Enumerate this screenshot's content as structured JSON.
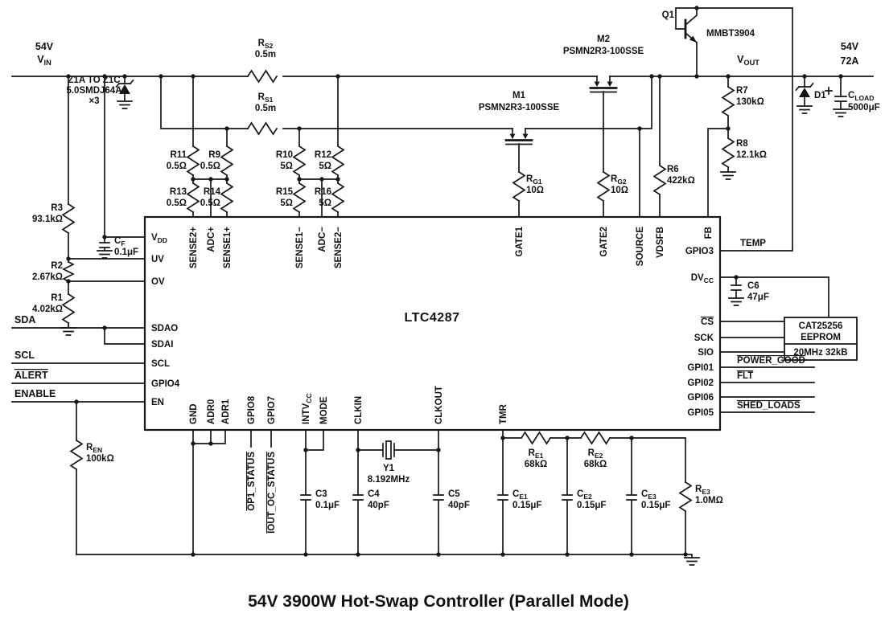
{
  "title": "54V 3900W Hot-Swap Controller (Parallel Mode)",
  "ic": {
    "part": "LTC4287",
    "pins_left": [
      [
        {
          "t": "V"
        },
        {
          "t": "DD",
          "sub": true
        }
      ],
      "UV",
      "OV",
      "SDAO",
      "SDAI",
      "SCL",
      "GPIO4",
      "EN"
    ],
    "pins_top": [
      "SENSE2+",
      "ADC+",
      "SENSE1+",
      "SENSE1−",
      "ADC−",
      "SENSE2−",
      "GATE1",
      "GATE2",
      "SOURCE",
      "VDSFB",
      "FB"
    ],
    "pins_bottom": [
      "GND",
      "ADR0",
      "ADR1",
      "GPIO8",
      "GPIO7",
      [
        {
          "t": "INTV"
        },
        {
          "t": "CC",
          "sub": true
        }
      ],
      "MODE",
      "CLKIN",
      "CLKOUT",
      "TMR"
    ],
    "pins_right": [
      "GPIO3",
      [
        {
          "t": "DV"
        },
        {
          "t": "CC",
          "sub": true
        }
      ],
      [
        {
          "t": "CS",
          "bar": true
        }
      ],
      "SCK",
      "SIO",
      "GPI01",
      "GPI02",
      "GPI06",
      "GPI05"
    ]
  },
  "nets": {
    "vin_voltage": "54V",
    "vin": [
      {
        "t": "V"
      },
      {
        "t": "IN",
        "sub": true
      }
    ],
    "vout": [
      {
        "t": "V"
      },
      {
        "t": "OUT",
        "sub": true
      }
    ],
    "out_voltage": "54V",
    "out_current": "72A",
    "sda": "SDA",
    "scl": "SCL",
    "alert": [
      {
        "t": "ALERT",
        "bar": true
      }
    ],
    "enable": "ENABLE",
    "temp": "TEMP",
    "power_good": [
      {
        "t": "POWER_GOOD",
        "bar": true
      }
    ],
    "flt": [
      {
        "t": "FLT",
        "bar": true
      }
    ],
    "shed_loads": [
      {
        "t": "SHED_LOADS",
        "bar": true
      }
    ],
    "op1_status": [
      {
        "t": "OP1_STATUS",
        "bar": true
      }
    ],
    "iout_oc_status": [
      {
        "t": "IOUT_OC_STATUS",
        "bar": true
      }
    ]
  },
  "components": {
    "z1": {
      "line1": "Z1A TO Z1C",
      "line2": "5.0SMDJ64A",
      "line3": "×3"
    },
    "rs2": {
      "name": [
        {
          "t": "R"
        },
        {
          "t": "S2",
          "sub": true
        }
      ],
      "value": "0.5m"
    },
    "rs1": {
      "name": [
        {
          "t": "R"
        },
        {
          "t": "S1",
          "sub": true
        }
      ],
      "value": "0.5m"
    },
    "r11": {
      "name": "R11",
      "value": "0.5Ω"
    },
    "r9": {
      "name": "R9",
      "value": "0.5Ω"
    },
    "r10": {
      "name": "R10",
      "value": "5Ω"
    },
    "r12": {
      "name": "R12",
      "value": "5Ω"
    },
    "r13": {
      "name": "R13",
      "value": "0.5Ω"
    },
    "r14": {
      "name": "R14",
      "value": "0.5Ω"
    },
    "r15": {
      "name": "R15",
      "value": "5Ω"
    },
    "r16": {
      "name": "R16",
      "value": "5Ω"
    },
    "m2": {
      "name": "M2",
      "part": "PSMN2R3-100SSE"
    },
    "m1": {
      "name": "M1",
      "part": "PSMN2R3-100SSE"
    },
    "rg1": {
      "name": [
        {
          "t": "R"
        },
        {
          "t": "G1",
          "sub": true
        }
      ],
      "value": "10Ω"
    },
    "rg2": {
      "name": [
        {
          "t": "R"
        },
        {
          "t": "G2",
          "sub": true
        }
      ],
      "value": "10Ω"
    },
    "r6": {
      "name": "R6",
      "value": "422kΩ"
    },
    "q1": {
      "name": "Q1",
      "part": "MMBT3904"
    },
    "r7": {
      "name": "R7",
      "value": "130kΩ"
    },
    "r8": {
      "name": "R8",
      "value": "12.1kΩ"
    },
    "d1": {
      "name": "D1"
    },
    "cload": {
      "name": [
        {
          "t": "C"
        },
        {
          "t": "LOAD",
          "sub": true
        }
      ],
      "value": "5000μF"
    },
    "r3": {
      "name": "R3",
      "value": "93.1kΩ"
    },
    "r2": {
      "name": "R2",
      "value": "2.67kΩ"
    },
    "r1": {
      "name": "R1",
      "value": "4.02kΩ"
    },
    "cf": {
      "name": [
        {
          "t": "C"
        },
        {
          "t": "F",
          "sub": true
        }
      ],
      "value": "0.1μF"
    },
    "ren": {
      "name": [
        {
          "t": "R"
        },
        {
          "t": "EN",
          "sub": true
        }
      ],
      "value": "100kΩ"
    },
    "c6": {
      "name": "C6",
      "value": "47μF"
    },
    "eeprom": {
      "line1": "CAT25256",
      "line2": "EEPROM",
      "line3": "20MHz  32kB"
    },
    "y1": {
      "name": "Y1",
      "value": "8.192MHz"
    },
    "c3": {
      "name": "C3",
      "value": "0.1μF"
    },
    "c4": {
      "name": "C4",
      "value": "40pF"
    },
    "c5": {
      "name": "C5",
      "value": "40pF"
    },
    "re1": {
      "name": [
        {
          "t": "R"
        },
        {
          "t": "E1",
          "sub": true
        }
      ],
      "value": "68kΩ"
    },
    "re2": {
      "name": [
        {
          "t": "R"
        },
        {
          "t": "E2",
          "sub": true
        }
      ],
      "value": "68kΩ"
    },
    "re3": {
      "name": [
        {
          "t": "R"
        },
        {
          "t": "E3",
          "sub": true
        }
      ],
      "value": "1.0MΩ"
    },
    "ce1": {
      "name": [
        {
          "t": "C"
        },
        {
          "t": "E1",
          "sub": true
        }
      ],
      "value": "0.15μF"
    },
    "ce2": {
      "name": [
        {
          "t": "C"
        },
        {
          "t": "E2",
          "sub": true
        }
      ],
      "value": "0.15μF"
    },
    "ce3": {
      "name": [
        {
          "t": "C"
        },
        {
          "t": "E3",
          "sub": true
        }
      ],
      "value": "0.15μF"
    }
  }
}
